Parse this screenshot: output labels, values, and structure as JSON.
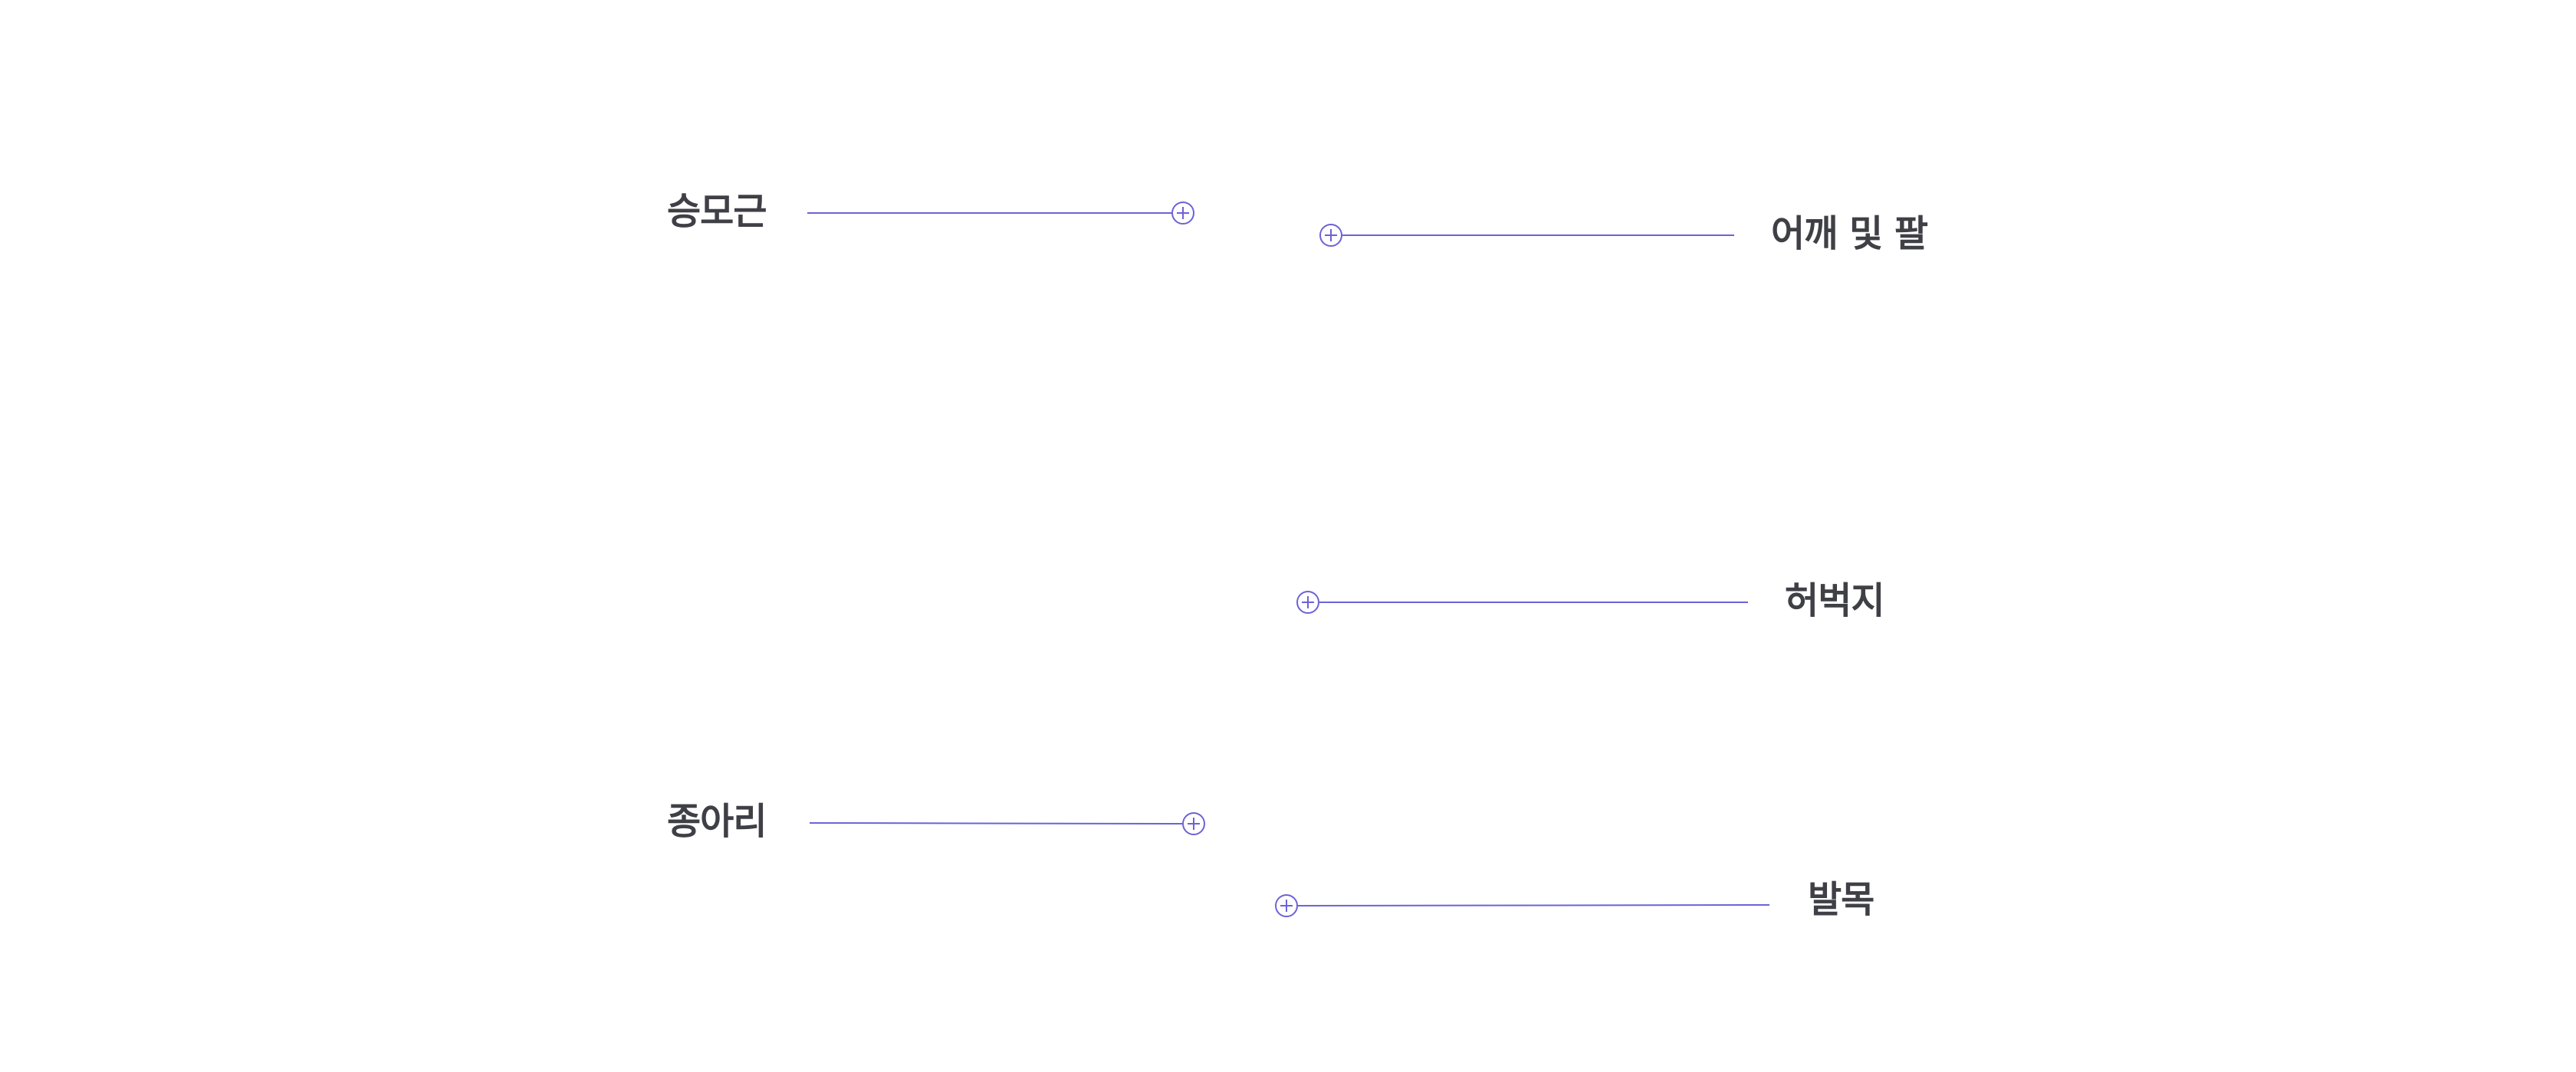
{
  "callouts": [
    {
      "id": "seungmogeun",
      "label": "승모근",
      "side": "left"
    },
    {
      "id": "shoulder-arm",
      "label": "어깨 및 팔",
      "side": "right"
    },
    {
      "id": "thigh",
      "label": "허벅지",
      "side": "right"
    },
    {
      "id": "calf",
      "label": "종아리",
      "side": "left"
    },
    {
      "id": "ankle",
      "label": "발목",
      "side": "right"
    }
  ],
  "colors": {
    "accent": "#6b63d6",
    "label_text": "#3f3f46",
    "background": "#ffffff"
  },
  "icons": {
    "hotspot": "plus-circle-icon"
  }
}
